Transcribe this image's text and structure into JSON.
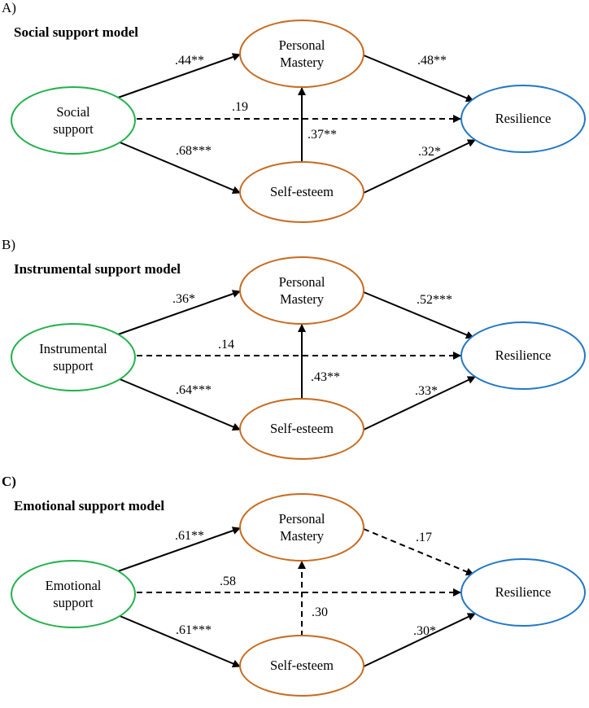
{
  "panels": [
    {
      "label": "A)",
      "title": "Social support model",
      "predictor": [
        "Social",
        "support"
      ],
      "mediator1": [
        "Personal",
        "Mastery"
      ],
      "mediator2": "Self-esteem",
      "outcome": "Resilience",
      "coefficients": {
        "predictor_to_mastery": ".44**",
        "mastery_to_outcome": ".48**",
        "predictor_to_outcome": ".19",
        "esteem_to_mastery": ".37**",
        "predictor_to_esteem": ".68***",
        "esteem_to_outcome": ".32*"
      },
      "significance": {
        "predictor_to_mastery": true,
        "mastery_to_outcome": true,
        "predictor_to_outcome": false,
        "esteem_to_mastery": true,
        "predictor_to_esteem": true,
        "esteem_to_outcome": true
      }
    },
    {
      "label": "B)",
      "title": "Instrumental support model",
      "predictor": [
        "Instrumental",
        "support"
      ],
      "mediator1": [
        "Personal",
        "Mastery"
      ],
      "mediator2": "Self-esteem",
      "outcome": "Resilience",
      "coefficients": {
        "predictor_to_mastery": ".36*",
        "mastery_to_outcome": ".52***",
        "predictor_to_outcome": ".14",
        "esteem_to_mastery": ".43**",
        "predictor_to_esteem": ".64***",
        "esteem_to_outcome": ".33*"
      },
      "significance": {
        "predictor_to_mastery": true,
        "mastery_to_outcome": true,
        "predictor_to_outcome": false,
        "esteem_to_mastery": true,
        "predictor_to_esteem": true,
        "esteem_to_outcome": true
      }
    },
    {
      "label": "C)",
      "title": "Emotional support model",
      "predictor": [
        "Emotional",
        "support"
      ],
      "mediator1": [
        "Personal",
        "Mastery"
      ],
      "mediator2": "Self-esteem",
      "outcome": "Resilience",
      "coefficients": {
        "predictor_to_mastery": ".61**",
        "mastery_to_outcome": ".17",
        "predictor_to_outcome": ".58",
        "esteem_to_mastery": ".30",
        "predictor_to_esteem": ".61***",
        "esteem_to_outcome": ".30*"
      },
      "significance": {
        "predictor_to_mastery": true,
        "mastery_to_outcome": false,
        "predictor_to_outcome": false,
        "esteem_to_mastery": false,
        "predictor_to_esteem": true,
        "esteem_to_outcome": true
      }
    }
  ],
  "colors": {
    "predictor_border": "#22b14c",
    "mediator_border": "#c76a1f",
    "outcome_border": "#2277c4",
    "arrow": "#000000"
  }
}
